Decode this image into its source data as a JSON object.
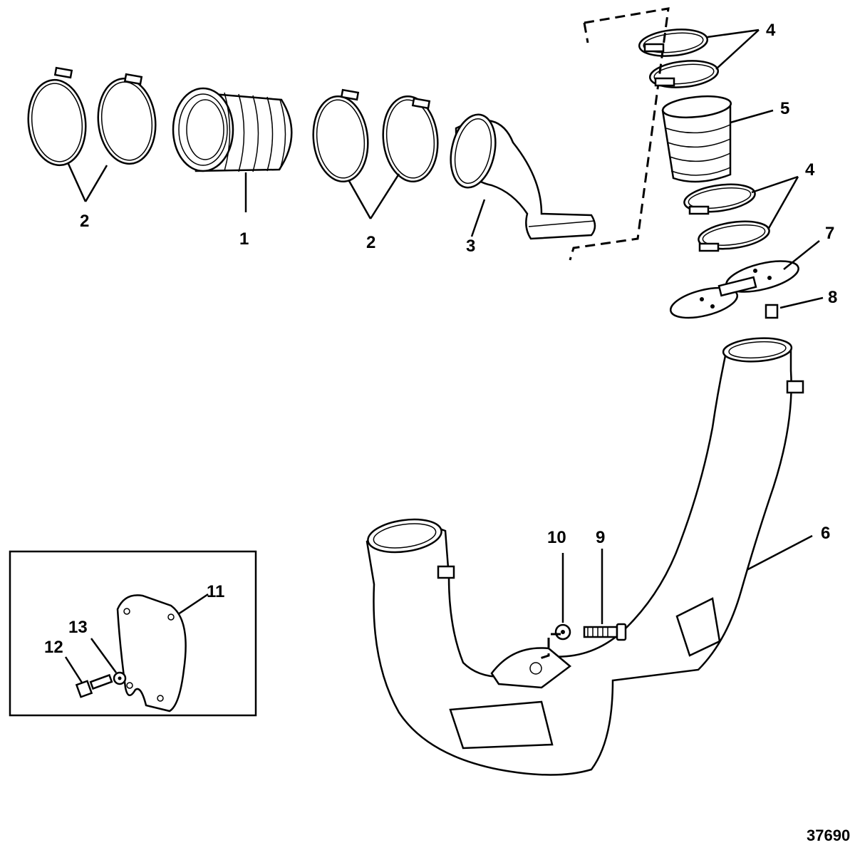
{
  "diagram": {
    "figure_id": "37690",
    "callouts": {
      "c1": "1",
      "c2a": "2",
      "c2b": "2",
      "c3": "3",
      "c4a": "4",
      "c4b": "4",
      "c5": "5",
      "c6": "6",
      "c7": "7",
      "c8": "8",
      "c9": "9",
      "c10": "10",
      "c11": "11",
      "c12": "12",
      "c13": "13"
    }
  }
}
